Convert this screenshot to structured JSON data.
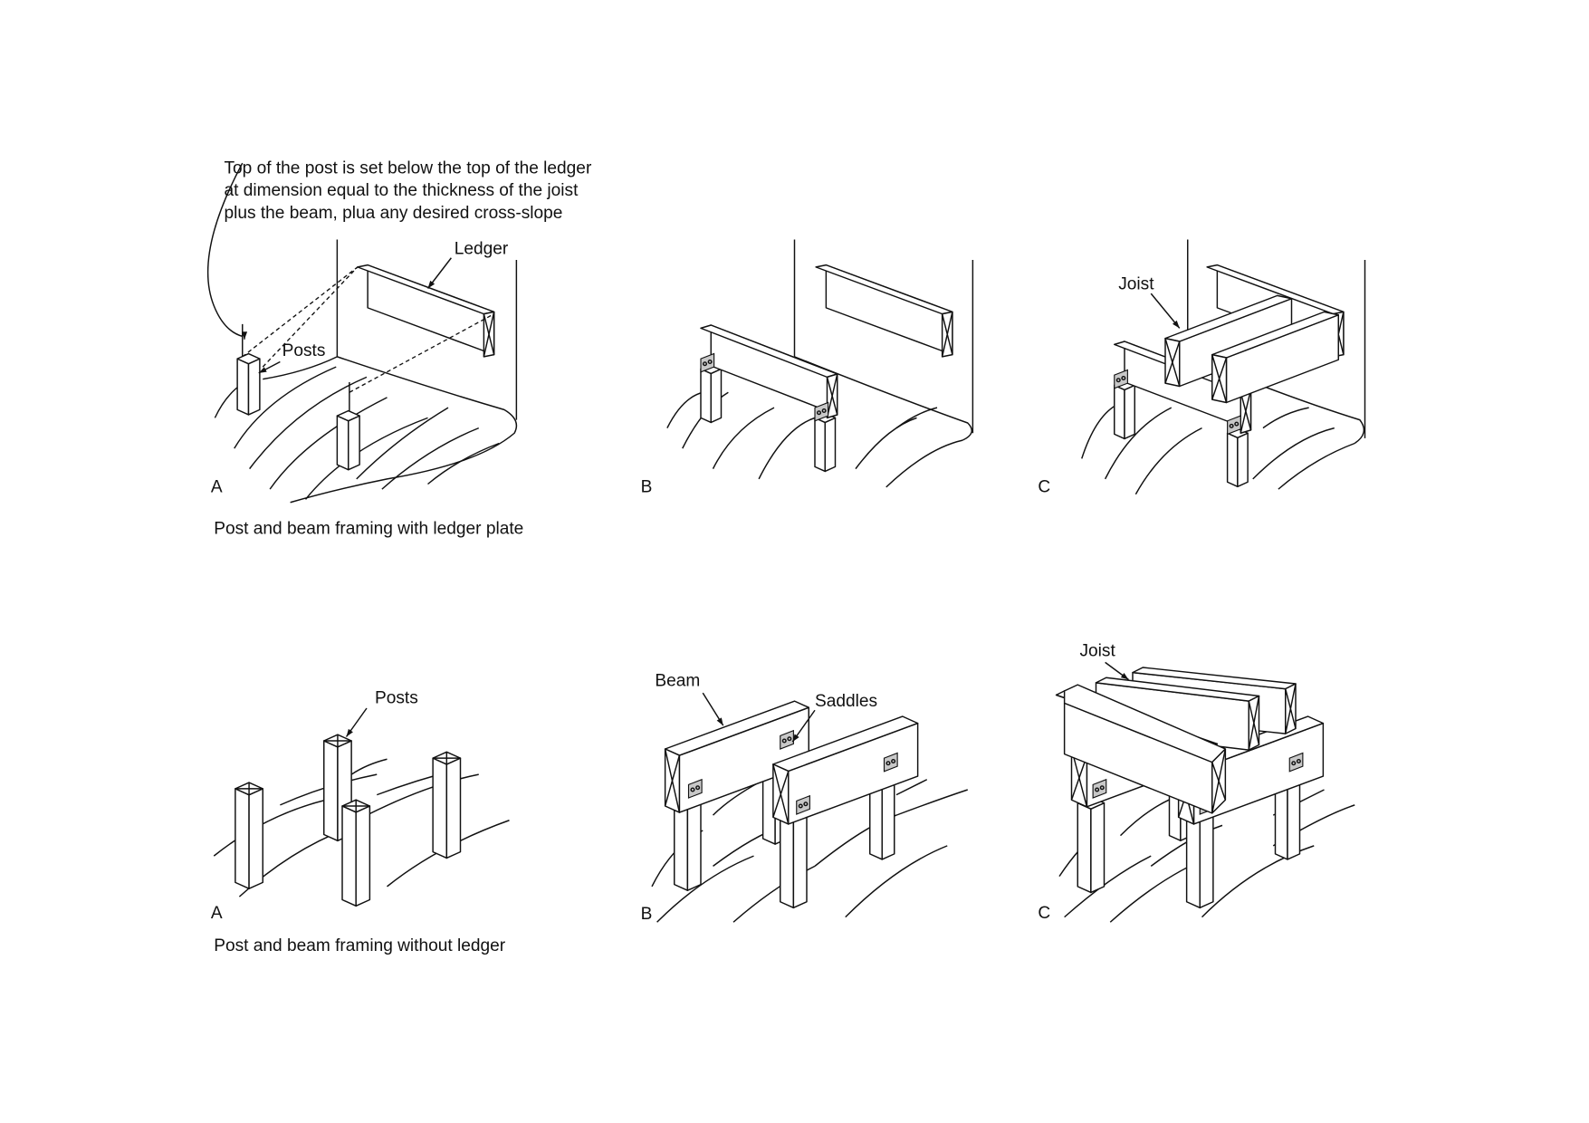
{
  "figure_top": {
    "note_lines": [
      "Top of the post is set below the top of the ledger",
      "at dimension equal to the thickness of the joist",
      "plus the beam, plua any desired cross-slope"
    ],
    "labels": {
      "ledger": "Ledger",
      "posts": "Posts",
      "joist": "Joist"
    },
    "panels": [
      "A",
      "B",
      "C"
    ],
    "caption": "Post and beam framing with ledger plate"
  },
  "figure_bottom": {
    "labels": {
      "posts": "Posts",
      "beam": "Beam",
      "saddles": "Saddles",
      "joist": "Joist"
    },
    "panels": [
      "A",
      "B",
      "C"
    ],
    "caption": "Post and beam framing without ledger"
  }
}
